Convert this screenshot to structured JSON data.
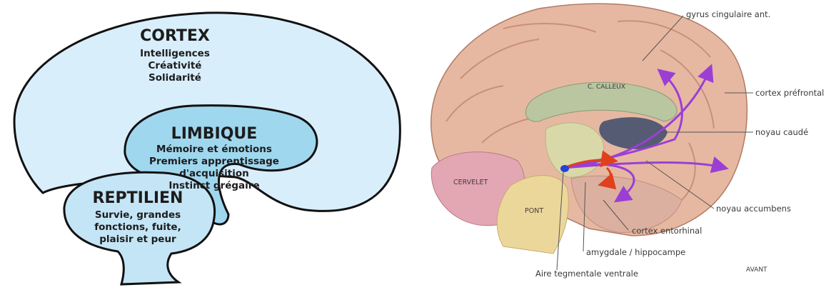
{
  "left_diagram": {
    "cortex": {
      "title": "CORTEX",
      "lines": [
        "Intelligences",
        "Créativité",
        "Solidarité"
      ]
    },
    "limbique": {
      "title": "LIMBIQUE",
      "lines": [
        "Mémoire et émotions",
        "Premiers apprentissage",
        "d'acquisition",
        "Instinct grégaire"
      ]
    },
    "reptilien": {
      "title": "REPTILIEN",
      "lines": [
        "Survie, grandes",
        "fonctions, fuite,",
        "plaisir et peur"
      ]
    },
    "colors": {
      "cortex_fill": "#d9eefb",
      "limbique_fill": "#9fd7ee",
      "reptilien_fill": "#c4e5f6",
      "outline": "#111111"
    }
  },
  "right_diagram": {
    "inner_labels": {
      "corps_calleux": "C. CALLEUX",
      "cervelet": "CERVELET",
      "pont": "PONT"
    },
    "callouts": {
      "gyrus": "gyrus cingulaire ant.",
      "prefrontal": "cortex préfrontal",
      "caude": "noyau caudé",
      "accumbens": "noyau accumbens",
      "entorhinal": "cortex entorhinal",
      "amygdale": "amygdale / hippocampe",
      "tegmentale": "Aire tegmentale ventrale"
    },
    "orientation": "AVANT",
    "colors": {
      "cortex": "#e6b8a2",
      "cortex_dark": "#c98f78",
      "cervelet": "#e3a6b3",
      "pont": "#ecd79a",
      "arrow_purple": "#9b3fd4",
      "arrow_red": "#e0401c",
      "vta_blue": "#2a3fd6"
    }
  }
}
